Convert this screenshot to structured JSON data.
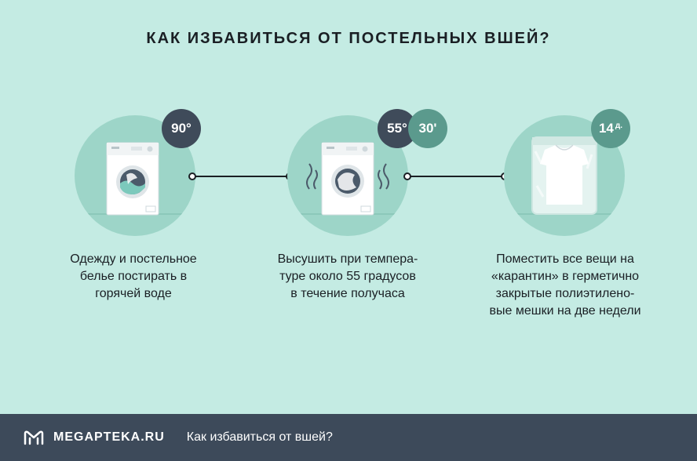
{
  "title": "КАК ИЗБАВИТЬСЯ ОТ ПОСТЕЛЬНЫХ ВШЕЙ?",
  "steps": [
    {
      "badges": [
        {
          "value": "90°",
          "suffix": ""
        }
      ],
      "caption": [
        "Одежду и постельное",
        "белье постирать в",
        "горячей воде"
      ]
    },
    {
      "badges": [
        {
          "value": "55°",
          "suffix": ""
        },
        {
          "value": "30'",
          "suffix": ""
        }
      ],
      "caption": [
        "Высушить при темпера-",
        "туре около 55 градусов",
        "в течение получаса"
      ]
    },
    {
      "badges": [
        {
          "value": "14",
          "suffix": "д."
        }
      ],
      "caption": [
        "Поместить все вещи на",
        "«карантин» в герметично",
        "закрытые полиэтилено-",
        "вые мешки на две недели"
      ]
    }
  ],
  "footer": {
    "brand": "MEGAPTEKA.RU",
    "link": "Как избавиться от вшей?"
  },
  "icons": {
    "step1": "washing-machine-icon",
    "step2": "drying-machine-icon",
    "step3": "sealed-bag-shirt-icon",
    "logo": "megapteka-logo-icon"
  },
  "colors": {
    "background": "#c4ebe3",
    "circle": "#9dd5c8",
    "badge_dark": "#3f4b5a",
    "badge_teal": "#5b9a8d",
    "footer": "#3d4a5a"
  }
}
